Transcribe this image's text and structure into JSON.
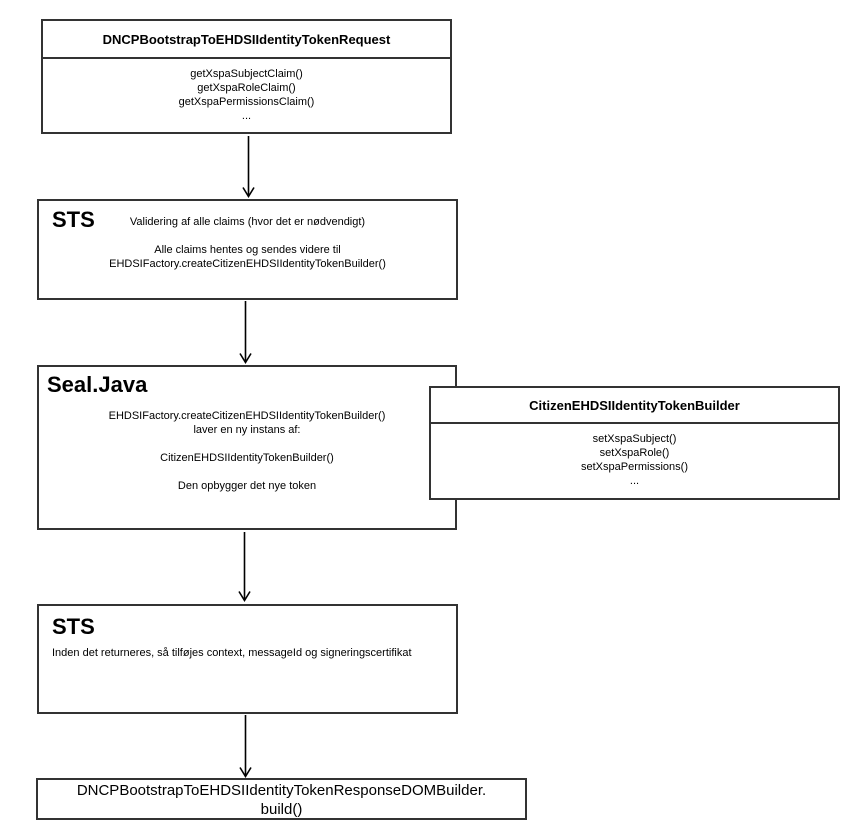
{
  "diagram": {
    "colors": {
      "background": "#ffffff",
      "border": "#333333",
      "arrow": "#000000",
      "text": "#000000"
    },
    "nodes": {
      "request": {
        "title": "DNCPBootstrapToEHDSIIdentityTokenRequest",
        "methods": [
          "getXspaSubjectClaim()",
          "getXspaRoleClaim()",
          "getXspaPermissionsClaim()",
          "..."
        ]
      },
      "sts1": {
        "label": "STS",
        "lines": [
          "Validering af alle claims (hvor det er nødvendigt)",
          "Alle claims hentes og sendes videre til",
          "EHDSIFactory.createCitizenEHDSIIdentityTokenBuilder()"
        ]
      },
      "seal": {
        "label": "Seal.Java",
        "lines": [
          "EHDSIFactory.createCitizenEHDSIIdentityTokenBuilder()",
          "laver en ny instans af:",
          "CitizenEHDSIIdentityTokenBuilder()",
          "Den opbygger det nye token"
        ]
      },
      "builder": {
        "title": "CitizenEHDSIIdentityTokenBuilder",
        "methods": [
          "setXspaSubject()",
          "setXspaRole()",
          "setXspaPermissions()",
          "..."
        ]
      },
      "sts2": {
        "label": "STS",
        "lines": [
          "Inden det returneres, så tilføjes context, messageId og signeringscertifikat"
        ]
      },
      "response": {
        "lines": [
          "DNCPBootstrapToEHDSIIdentityTokenResponseDOMBuilder.",
          "build()"
        ]
      }
    },
    "connections": [
      "request -> sts1",
      "sts1 -> seal",
      "seal -> sts2",
      "sts2 -> response"
    ]
  }
}
